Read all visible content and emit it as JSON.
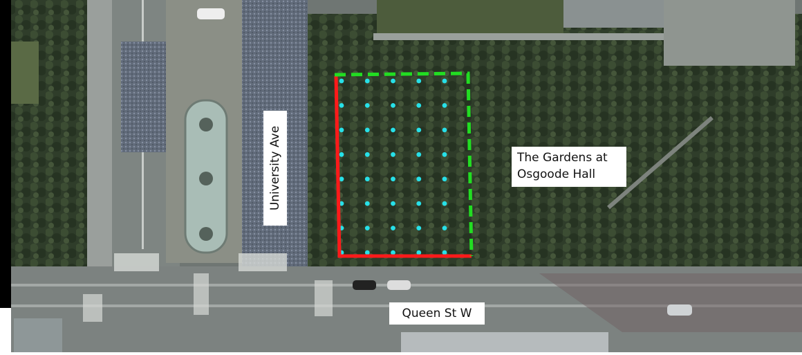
{
  "map": {
    "labels": {
      "gardens_line1": "The Gardens at",
      "gardens_line2": "Osgoode Hall",
      "queen_street": "Queen St W",
      "university_ave": "University Ave"
    },
    "overlay": {
      "border_solid_color": "#ff1a1a",
      "border_dashed_color": "#22dd22",
      "grid_point_color": "#27e0e8",
      "grid_point_rows": 8,
      "grid_point_cols": 5
    }
  }
}
